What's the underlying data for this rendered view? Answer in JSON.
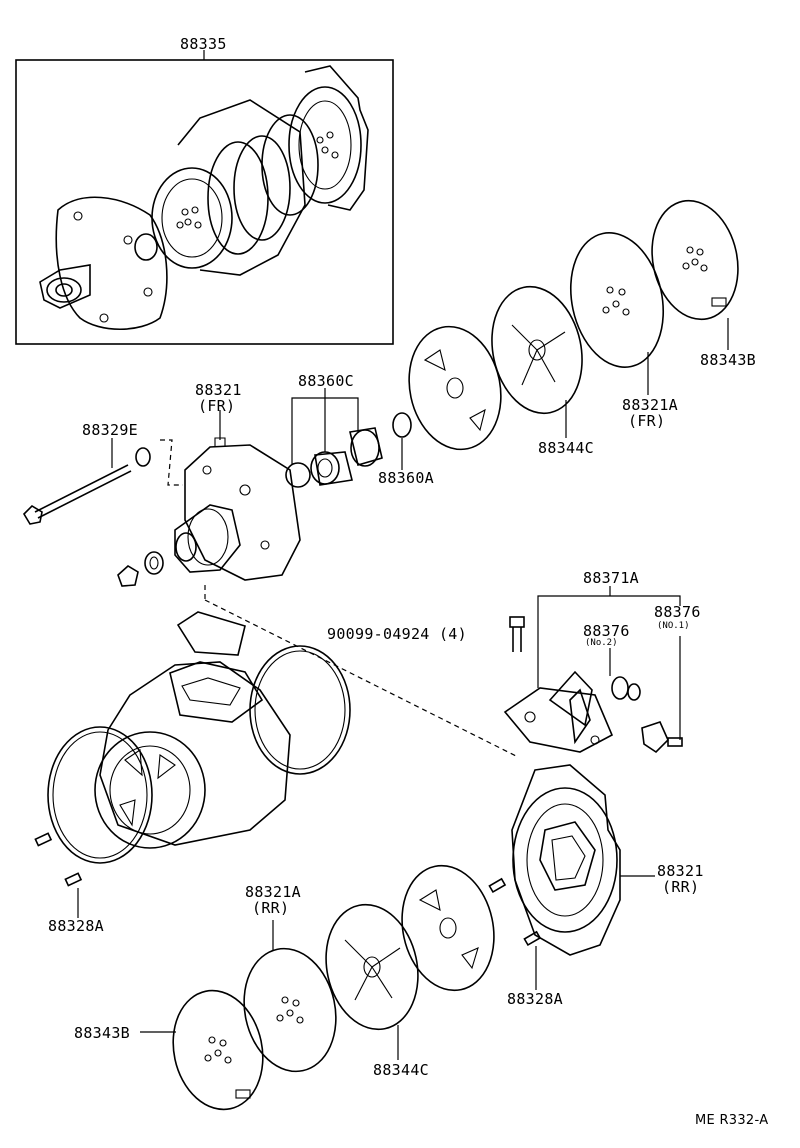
{
  "labels": {
    "assy": "88335",
    "front_housing": "88321",
    "front_housing_sub": "(FR)",
    "bolt": "88329E",
    "seal_kit": "88360C",
    "snap_ring": "88360A",
    "valve_plate_upper": "88344C",
    "gasket_fr": "88321A",
    "gasket_fr_sub": "(FR)",
    "plate_upper": "88343B",
    "valve_assy": "88371A",
    "screw": "90099-04924 (4)",
    "valve_no2": "88376",
    "valve_no2_sub": "(No.2)",
    "valve_no1": "88376",
    "valve_no1_sub": "(NO.1)",
    "pin_left": "88328A",
    "rear_housing": "88321",
    "rear_housing_sub": "(RR)",
    "gasket_rr": "88321A",
    "gasket_rr_sub": "(RR)",
    "pin_right": "88328A",
    "plate_lower": "88343B",
    "valve_plate_lower": "88344C"
  },
  "footer": "ME  R332-A"
}
